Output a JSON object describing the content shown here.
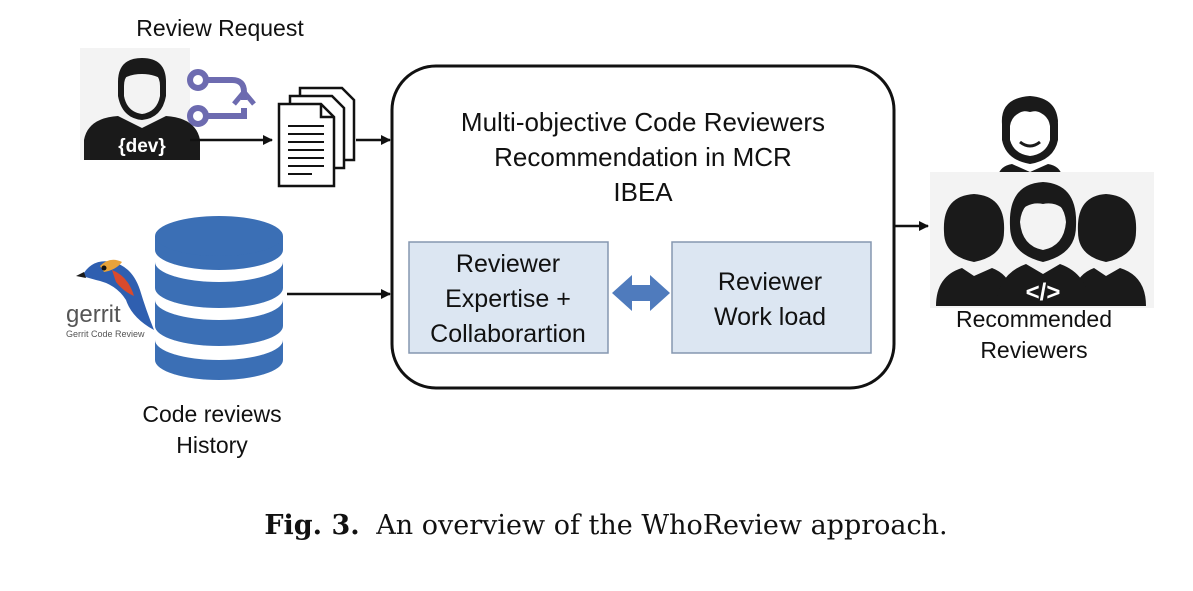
{
  "diagram": {
    "input_request": {
      "label": "Review Request",
      "dev_badge": "{dev}"
    },
    "input_history": {
      "label_line1": "Code reviews",
      "label_line2": "History",
      "logo_word": "gerrit",
      "logo_caption": "Gerrit Code Review"
    },
    "main_box": {
      "title_line1": "Multi-objective Code Reviewers",
      "title_line2": "Recommendation in MCR",
      "title_line3": "IBEA",
      "objective_left": {
        "line1": "Reviewer",
        "line2": "Expertise +",
        "line3": "Collaborartion"
      },
      "objective_right": {
        "line1": "Reviewer",
        "line2": "Work load"
      }
    },
    "output": {
      "label_line1": "Recommended",
      "label_line2": "Reviewers",
      "code_badge": "</>"
    }
  },
  "caption": {
    "fig_label": "Fig. 3.",
    "text": "An overview of the WhoReview approach."
  },
  "colors": {
    "objective_fill": "#dce6f2",
    "objective_stroke": "#8597b0",
    "arrow_blue": "#4f7bbd",
    "db_blue": "#3b6fb5",
    "merge_icon": "#6d6bb0",
    "ink": "#111111"
  }
}
